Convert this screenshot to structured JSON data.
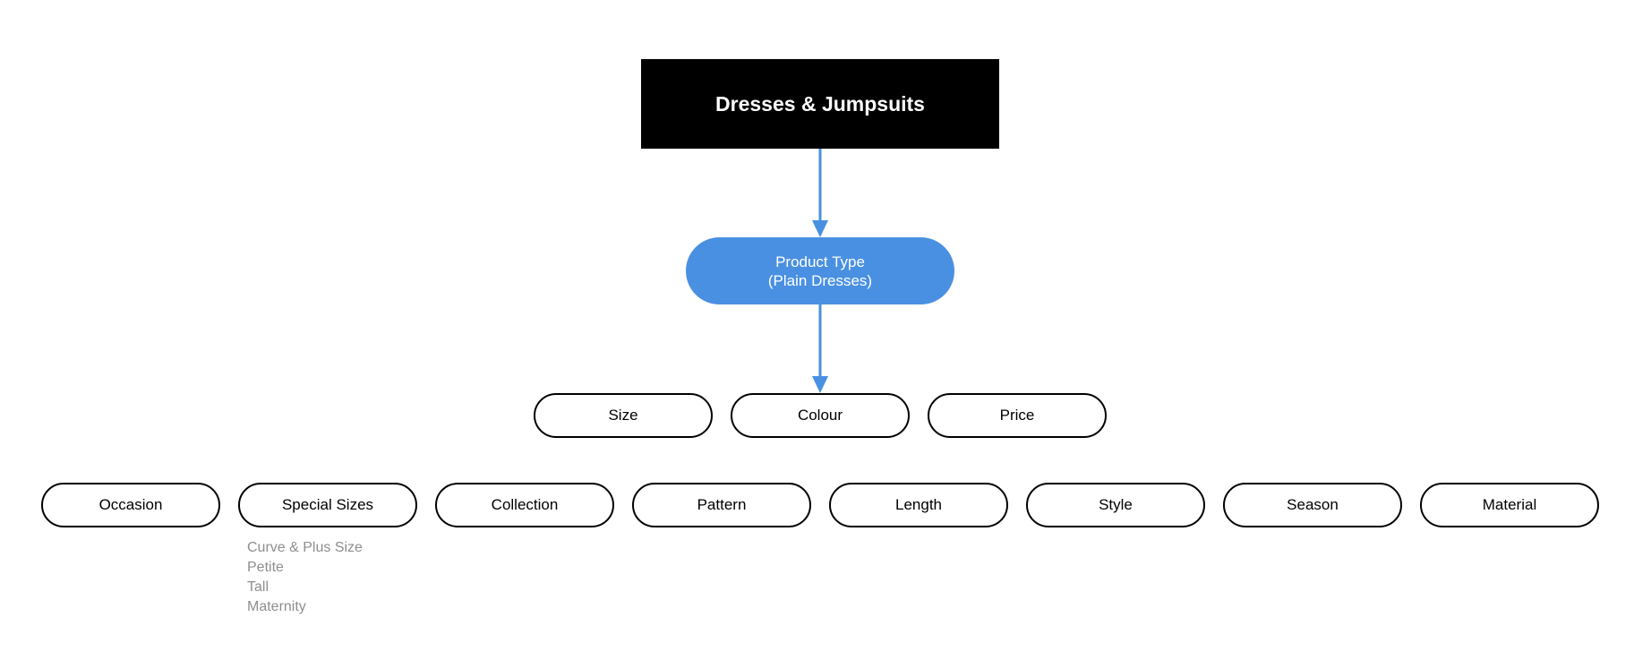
{
  "root": {
    "label": "Dresses & Jumpsuits",
    "fill": "#000000",
    "text_color": "#ffffff"
  },
  "product_type": {
    "line1": "Product Type",
    "line2": "(Plain Dresses)",
    "fill": "#4a90e2",
    "text_color": "#ffffff"
  },
  "connector_color": "#4a90e2",
  "primary_filters": [
    {
      "label": "Size"
    },
    {
      "label": "Colour"
    },
    {
      "label": "Price"
    }
  ],
  "secondary_filters": [
    {
      "label": "Occasion"
    },
    {
      "label": "Special Sizes"
    },
    {
      "label": "Collection"
    },
    {
      "label": "Pattern"
    },
    {
      "label": "Length"
    },
    {
      "label": "Style"
    },
    {
      "label": "Season"
    },
    {
      "label": "Material"
    }
  ],
  "special_sizes_options": [
    "Curve & Plus Size",
    "Petite",
    "Tall",
    "Maternity"
  ],
  "sub_text_color": "#8e8e8e"
}
